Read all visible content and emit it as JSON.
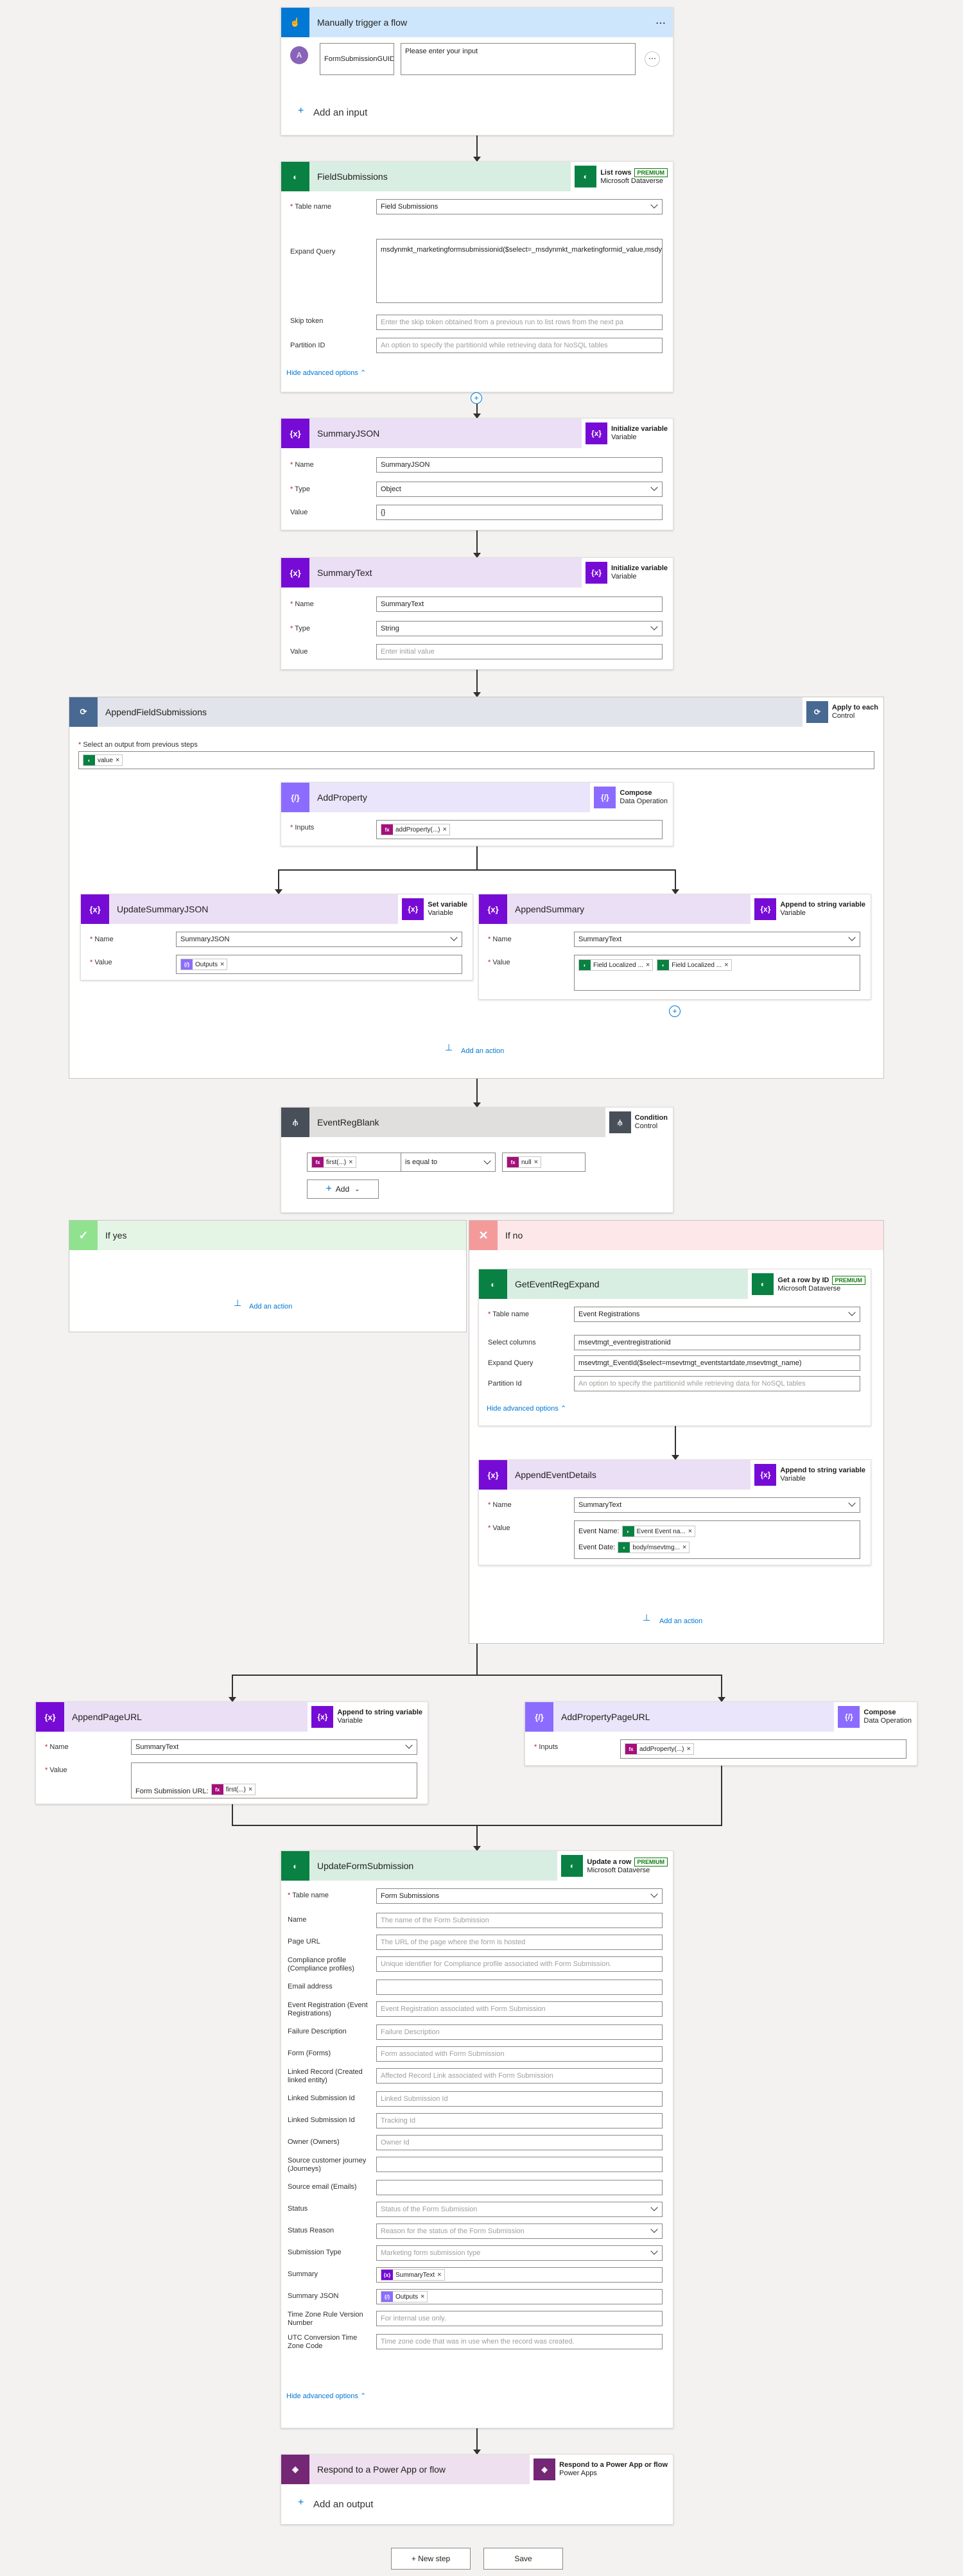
{
  "trigger": {
    "title": "Manually trigger a flow",
    "input_name": "FormSubmissionGUID",
    "input_placeholder": "Please enter your input",
    "add_input": "Add an input"
  },
  "list_rows": {
    "title": "FieldSubmissions",
    "action": "List rows",
    "premium": "PREMIUM",
    "connector": "Microsoft Dataverse",
    "table_label": "Table name",
    "table_value": "Field Submissions",
    "expand_label": "Expand Query",
    "expand_value": "msdynmkt_marketingformsubmissionid($select=_msdynmkt_marketingformid_value,msdynmkt_name,msdynmkt_pageurl,createdon,_msdynmkt_eventregistration_value;$expand=msdynmkt_createdentity($select=msdynmkt_targetentityid))",
    "skip_label": "Skip token",
    "skip_ph": "Enter the skip token obtained from a previous run to list rows from the next pa",
    "partition_label": "Partition ID",
    "partition_ph": "An option to specify the partitionId while retrieving data for NoSQL tables",
    "hide": "Hide advanced options"
  },
  "summary_json": {
    "title": "SummaryJSON",
    "action": "Initialize variable",
    "connector": "Variable",
    "name_label": "Name",
    "name_value": "SummaryJSON",
    "type_label": "Type",
    "type_value": "Object",
    "value_label": "Value",
    "value_value": "{}"
  },
  "summary_text": {
    "title": "SummaryText",
    "action": "Initialize variable",
    "connector": "Variable",
    "name_label": "Name",
    "name_value": "SummaryText",
    "type_label": "Type",
    "type_value": "String",
    "value_label": "Value",
    "value_ph": "Enter initial value"
  },
  "apply": {
    "title": "AppendFieldSubmissions",
    "action": "Apply to each",
    "connector": "Control",
    "select_label": "Select an output from previous steps",
    "token": "value",
    "add_action": "Add an action"
  },
  "add_property": {
    "title": "AddProperty",
    "action": "Compose",
    "connector": "Data Operation",
    "inputs_label": "Inputs",
    "token": "addProperty(...)"
  },
  "update_json": {
    "title": "UpdateSummaryJSON",
    "action": "Set variable",
    "connector": "Variable",
    "name_label": "Name",
    "name_value": "SummaryJSON",
    "value_label": "Value",
    "token": "Outputs"
  },
  "append_summary": {
    "title": "AppendSummary",
    "action": "Append to string variable",
    "connector": "Variable",
    "name_label": "Name",
    "name_value": "SummaryText",
    "value_label": "Value",
    "token1": "Field Localized ...",
    "token2": "Field Localized ..."
  },
  "condition": {
    "title": "EventRegBlank",
    "action": "Condition",
    "connector": "Control",
    "left": "first(...)",
    "op": "is equal to",
    "right": "null",
    "add": "Add"
  },
  "if_yes": {
    "title": "If yes",
    "add_action": "Add an action"
  },
  "if_no": {
    "title": "If no",
    "add_action": "Add an action"
  },
  "get_row": {
    "title": "GetEventRegExpand",
    "action": "Get a row by ID",
    "premium": "PREMIUM",
    "connector": "Microsoft Dataverse",
    "table_label": "Table name",
    "table_value": "Event Registrations",
    "select_label": "Select columns",
    "select_value": "msevtmgt_eventregistrationid",
    "expand_label": "Expand Query",
    "expand_value": "msevtmgt_EventId($select=msevtmgt_eventstartdate,msevtmgt_name)",
    "partition_label": "Partition Id",
    "partition_ph": "An option to specify the partitionId while retrieving data for NoSQL tables",
    "hide": "Hide advanced options"
  },
  "append_event": {
    "title": "AppendEventDetails",
    "action": "Append to string variable",
    "connector": "Variable",
    "name_label": "Name",
    "name_value": "SummaryText",
    "value_label": "Value",
    "line1": "Event Name:",
    "token1": "Event Event na...",
    "line2": "Event Date:",
    "token2": "body/msevtmg..."
  },
  "append_page": {
    "title": "AppendPageURL",
    "action": "Append to string variable",
    "connector": "Variable",
    "name_label": "Name",
    "name_value": "SummaryText",
    "value_label": "Value",
    "line": "Form Submission URL:",
    "token": "first(...)"
  },
  "add_prop_page": {
    "title": "AddPropertyPageURL",
    "action": "Compose",
    "connector": "Data Operation",
    "inputs_label": "Inputs",
    "token": "addProperty(...)"
  },
  "update_row": {
    "title": "UpdateFormSubmission",
    "action": "Update a row",
    "premium": "PREMIUM",
    "connector": "Microsoft Dataverse",
    "hide": "Hide advanced options",
    "fields": [
      {
        "label": "Table name",
        "req": true,
        "value": "Form Submissions",
        "dd": true
      },
      {
        "label": "Name",
        "ph": "The name of the Form Submission"
      },
      {
        "label": "Page URL",
        "ph": "The URL of the page where the form is hosted"
      },
      {
        "label": "Compliance profile (Compliance profiles)",
        "ph": "Unique identifier for Compliance profile associated with Form Submission."
      },
      {
        "label": "Email address",
        "ph": ""
      },
      {
        "label": "Event Registration (Event Registrations)",
        "ph": "Event Registration associated with Form Submission"
      },
      {
        "label": "Failure Description",
        "ph": "Failure Description"
      },
      {
        "label": "Form (Forms)",
        "ph": "Form associated with Form Submission"
      },
      {
        "label": "Linked Record (Created linked entity)",
        "ph": "Affected Record Link associated with Form Submission"
      },
      {
        "label": "Linked Submission Id",
        "ph": "Linked Submission Id"
      },
      {
        "label": "Linked Submission Id",
        "ph": "Tracking Id"
      },
      {
        "label": "Owner (Owners)",
        "ph": "Owner Id"
      },
      {
        "label": "Source customer journey (Journeys)",
        "ph": ""
      },
      {
        "label": "Source email (Emails)",
        "ph": ""
      },
      {
        "label": "Status",
        "ph": "Status of the Form Submission",
        "dd": true
      },
      {
        "label": "Status Reason",
        "ph": "Reason for the status of the Form Submission",
        "dd": true
      },
      {
        "label": "Submission Type",
        "ph": "Marketing form submission type",
        "dd": true
      },
      {
        "label": "Summary",
        "token": "SummaryText",
        "tk": "var"
      },
      {
        "label": "Summary JSON",
        "token": "Outputs",
        "tk": "compose"
      },
      {
        "label": "Time Zone Rule Version Number",
        "ph": "For internal use only."
      },
      {
        "label": "UTC Conversion Time Zone Code",
        "ph": "Time zone code that was in use when the record was created."
      }
    ]
  },
  "respond": {
    "title": "Respond to a Power App or flow",
    "action": "Respond to a Power App or flow",
    "connector": "Power Apps",
    "add_output": "Add an output"
  },
  "footer": {
    "new_step": "+ New step",
    "save": "Save"
  }
}
